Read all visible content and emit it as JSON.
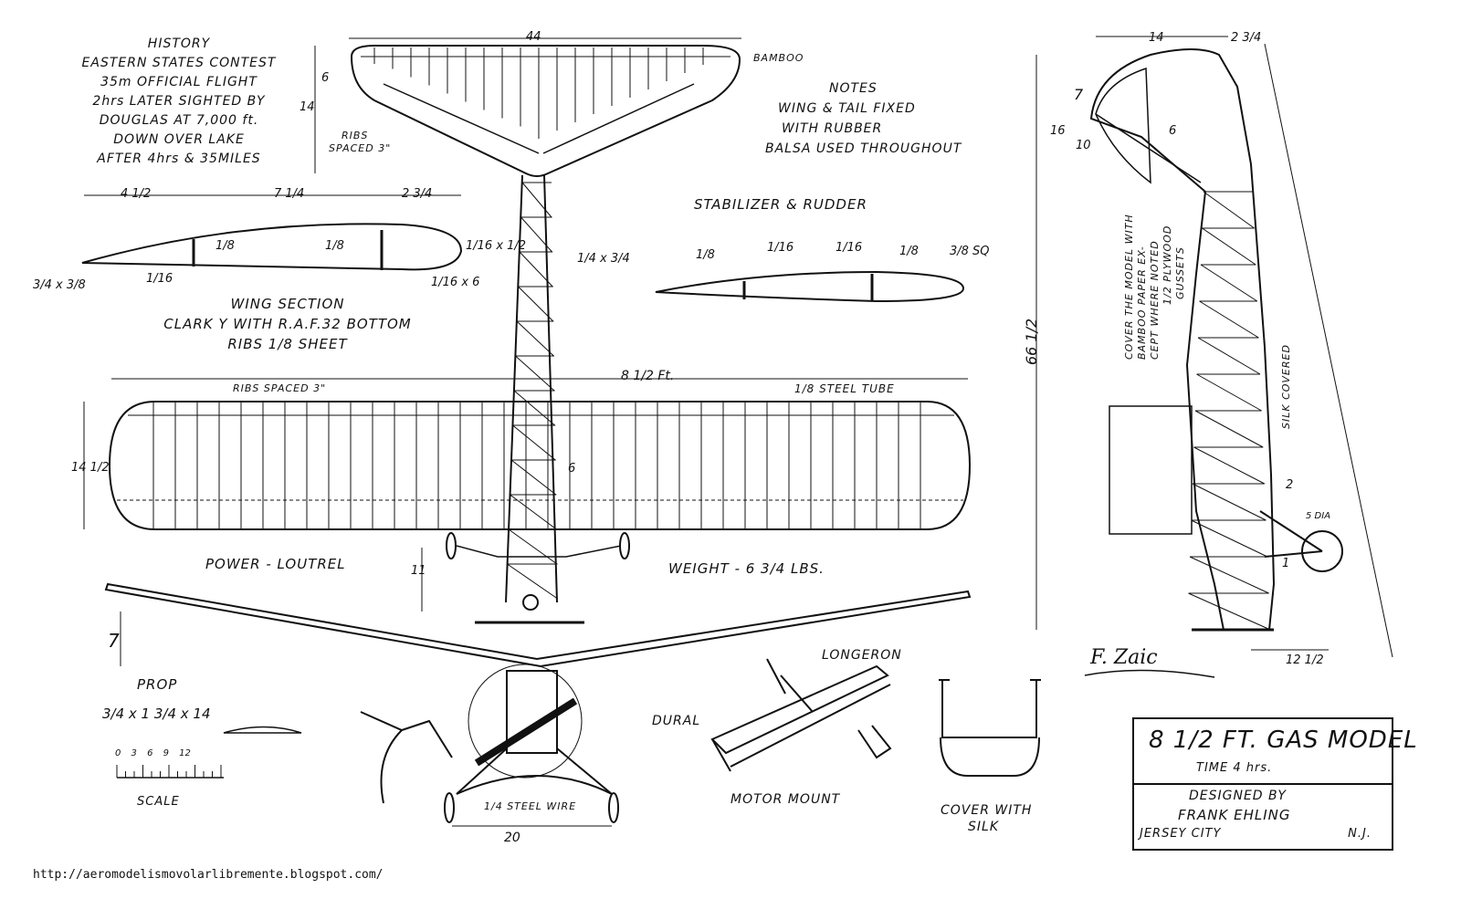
{
  "history": {
    "heading": "HISTORY",
    "lines": [
      "EASTERN STATES CONTEST",
      "35m OFFICIAL FLIGHT",
      "2hrs LATER SIGHTED BY",
      "DOUGLAS AT 7,000 ft.",
      "DOWN OVER LAKE",
      "AFTER 4hrs & 35MILES"
    ]
  },
  "notes": {
    "heading": "NOTES",
    "lines": [
      "WING & TAIL FIXED",
      "WITH RUBBER",
      "BALSA USED THROUGHOUT"
    ]
  },
  "labels": {
    "bamboo": "BAMBOO",
    "ribs_tail": [
      "RIBS",
      "SPACED 3\""
    ],
    "ribs_wing": "RIBS SPACED 3\"",
    "steel_tube": "1/8 STEEL TUBE",
    "wing_span": "8 1/2 Ft.",
    "tail_span": "44",
    "stab_rudder": "STABILIZER & RUDDER",
    "wing_section": [
      "WING SECTION",
      "CLARK Y WITH R.A.F.32 BOTTOM",
      "RIBS 1/8 SHEET"
    ],
    "power": "POWER - LOUTREL",
    "weight": "WEIGHT - 6 3/4 LBS.",
    "prop": "PROP",
    "prop_dims": "3/4 x 1 3/4 x 14",
    "scale": "SCALE",
    "scale_ticks": "0 3 6 9 12",
    "steel_wire": "1/4 STEEL WIRE",
    "gear_span": "20",
    "dural": "DURAL",
    "longeron": "LONGERON",
    "motor_mount": "MOTOR MOUNT",
    "cover_with": "COVER WITH",
    "silk": "SILK",
    "cover_model": [
      "COVER THE MODEL WITH",
      "BAMBOO PAPER EX-",
      "CEPT WHERE NOTED",
      "1/2 PLYWOOD",
      "GUSSETS"
    ],
    "silk_covered": "SILK COVERED",
    "side_height": "66 1/2",
    "signature": "F. Zaic",
    "url": "http://aeromodelismovolarlibremente.blogspot.com/"
  },
  "section_dims": {
    "d1": "4 1/2",
    "d2": "7 1/4",
    "d3": "2 3/4",
    "r1": "1/8",
    "r2": "1/8",
    "r3": "1/16 x 1/2",
    "r4": "1/16",
    "r5": "1/16 x 6",
    "r6": "3/4 x 3/8"
  },
  "stab_dims": {
    "s1": "1/4 x 3/4",
    "s2": "1/8",
    "s3": "1/16",
    "s4": "1/16",
    "s5": "1/8",
    "s6": "3/8 SQ"
  },
  "side_dims": {
    "a": "14",
    "b": "2 3/4",
    "c": "7",
    "d": "16",
    "e": "10",
    "f": "6",
    "g": "12 1/2",
    "h": "2",
    "i": "1",
    "j": "5 DIA"
  },
  "plan_dims": {
    "chord": "14 1/2",
    "tail_chord": "14",
    "tail_root": "6",
    "fuse_mark": "6",
    "gear_height": "11",
    "dihedral": "7"
  },
  "title_block": {
    "title": "8 1/2 FT. GAS MODEL",
    "time": "TIME 4 hrs.",
    "designed_by": "DESIGNED BY",
    "designer": "FRANK EHLING",
    "city": "JERSEY CITY",
    "state": "N.J."
  }
}
